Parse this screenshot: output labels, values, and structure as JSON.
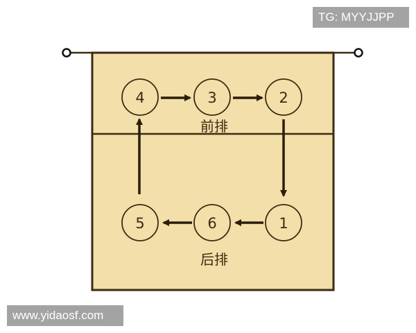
{
  "watermarks": {
    "top": "TG: MYYJJPP",
    "bottom": "www.yidaosf.com"
  },
  "diagram": {
    "front_row_label": "前排",
    "back_row_label": "后排",
    "positions": [
      "4",
      "3",
      "2",
      "5",
      "6",
      "1"
    ],
    "colors": {
      "court": "#f3dfa9",
      "line": "#3b2b12"
    }
  }
}
